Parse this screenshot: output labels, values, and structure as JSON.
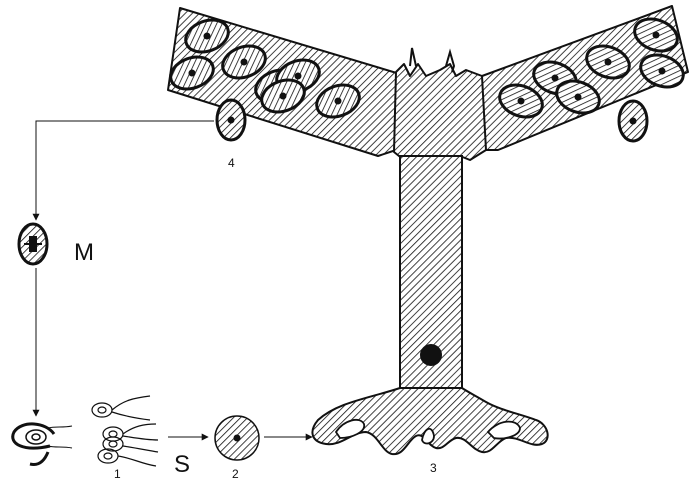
{
  "labels": {
    "stage_1": "1",
    "stage_2": "2",
    "stage_3": "3",
    "stage_4": "4",
    "mitosis": "M",
    "s_phase": "S"
  },
  "colors": {
    "ink": "#111111",
    "background": "#ffffff"
  }
}
